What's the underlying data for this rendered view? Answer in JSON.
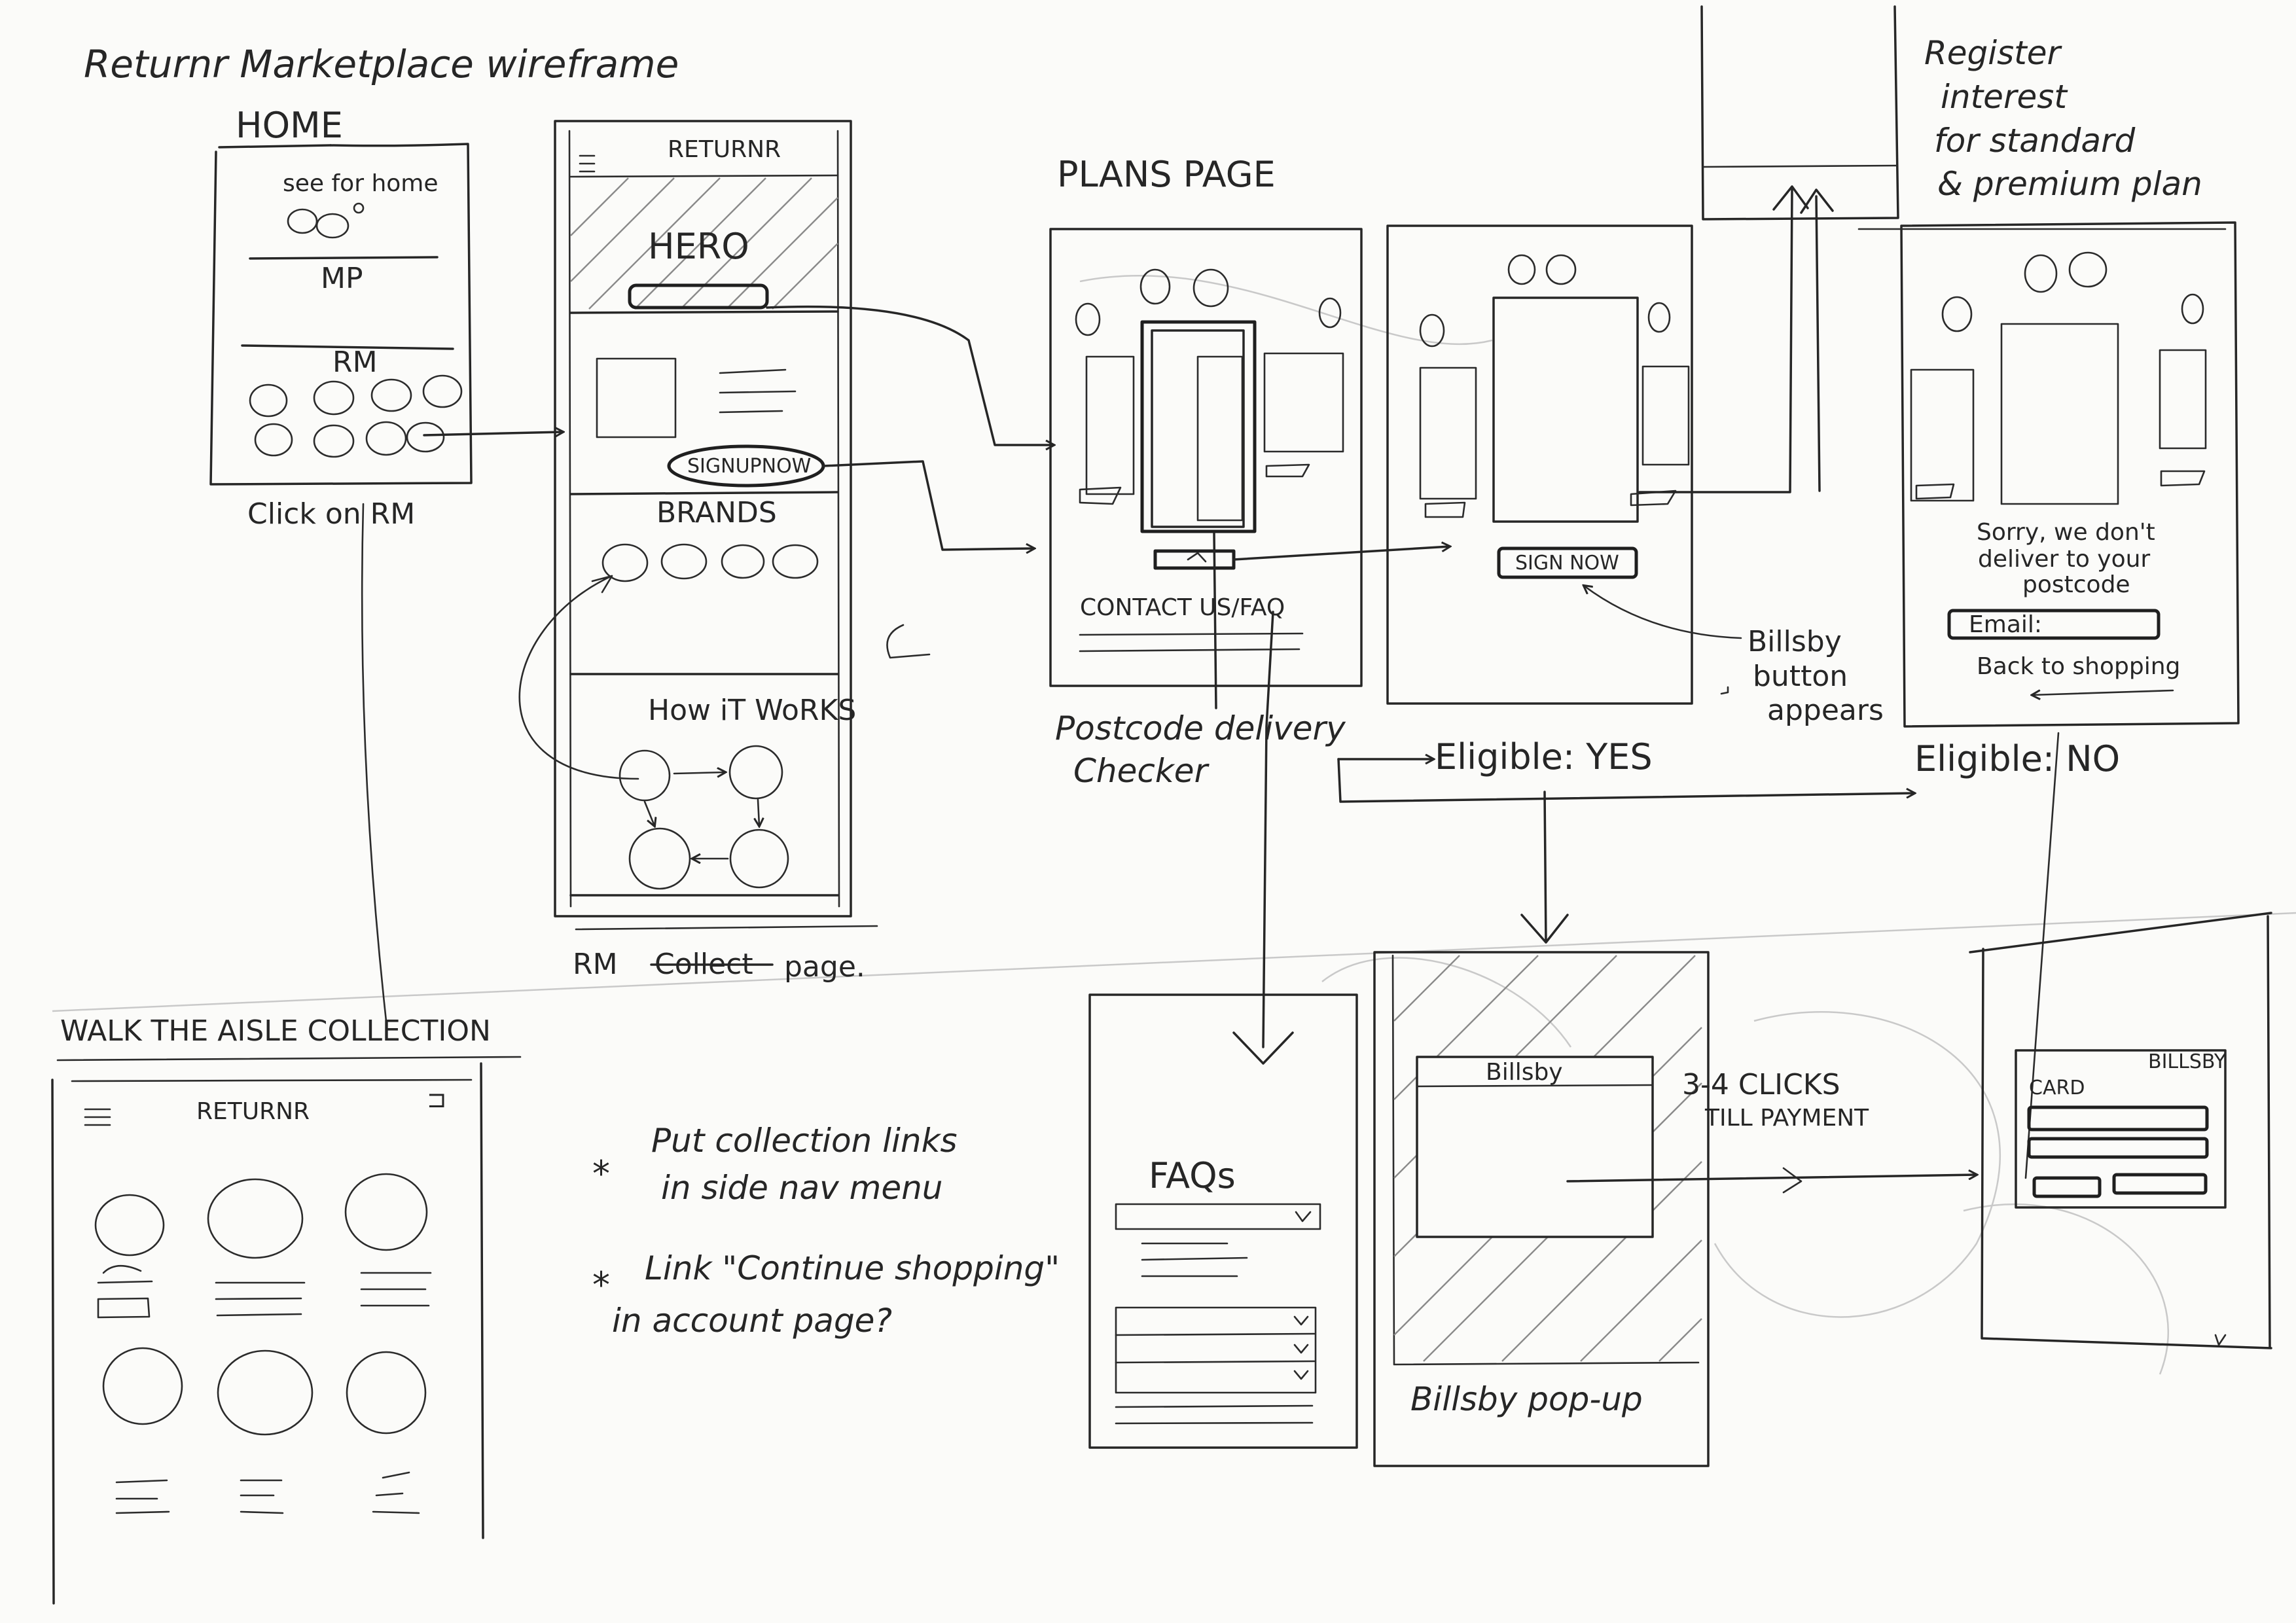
{
  "title": "Returnr Marketplace wireframe",
  "home": {
    "heading": "HOME",
    "section_top": "see for home",
    "section_mp": "MP",
    "section_rm": "RM",
    "caption": "Click on RM"
  },
  "rm_page": {
    "header": "RETURNR",
    "hero": "HERO",
    "signup_button": "SIGNUPNOW",
    "brands": "BRANDS",
    "how_it_works": "How iT WoRKS",
    "caption_prefix": "RM",
    "caption_struck": "Collect",
    "caption_suffix": "page."
  },
  "plans": {
    "heading": "PLANS PAGE",
    "contact": "CONTACT US/FAQ",
    "postcode_label_line1": "Postcode delivery",
    "postcode_label_line2": "Checker"
  },
  "eligible_yes": {
    "label": "Eligible: YES",
    "button": "SIGN NOW",
    "annotation_line1": "Billsby",
    "annotation_line2": "button",
    "annotation_line3": "appears"
  },
  "register": {
    "line1": "Register",
    "line2": "interest",
    "line3": "for standard",
    "line4": "& premium plan"
  },
  "eligible_no": {
    "label": "Eligible: NO",
    "msg_line1": "Sorry, we don't",
    "msg_line2": "deliver to your",
    "msg_line3": "postcode",
    "email": "Email:",
    "back": "Back to shopping"
  },
  "walk": {
    "heading": "WALK THE AISLE COLLECTION",
    "header": "RETURNR"
  },
  "notes": {
    "note1_line1": "Put collection links",
    "note1_line2": "in side nav menu",
    "note2_line1": "Link \"Continue shopping\"",
    "note2_line2": "in account page?"
  },
  "faqs": {
    "title": "FAQs"
  },
  "billsby": {
    "popup_title": "Billsby",
    "caption": "Billsby pop-up",
    "clicks_line1": "3-4 CLICKS",
    "clicks_line2": "TILL PAYMENT",
    "card_label": "CARD",
    "brand": "BILLSBY"
  }
}
